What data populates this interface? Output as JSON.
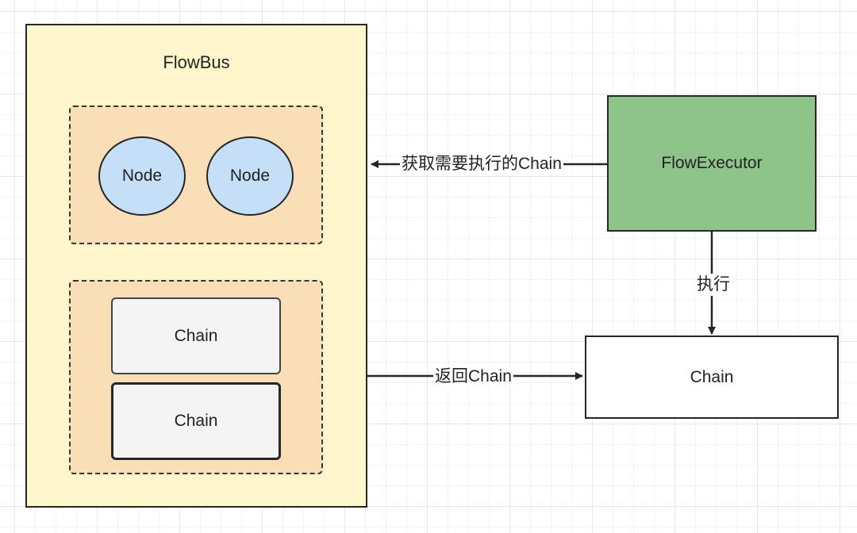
{
  "diagram": {
    "flowbus": {
      "title": "FlowBus"
    },
    "nodes": [
      "Node",
      "Node"
    ],
    "chains": [
      "Chain",
      "Chain"
    ],
    "executor": {
      "label": "FlowExecutor"
    },
    "result_chain": {
      "label": "Chain"
    },
    "edges": {
      "fetch_label": "获取需要执行的Chain",
      "execute_label": "执行",
      "return_label": "返回Chain"
    }
  },
  "colors": {
    "flowbus_fill": "#fff6cc",
    "group_fill": "#f9deb8",
    "node_fill": "#c4dff7",
    "chain_fill": "#f4f4f4",
    "executor_fill": "#8ec489",
    "stroke": "#262626"
  }
}
